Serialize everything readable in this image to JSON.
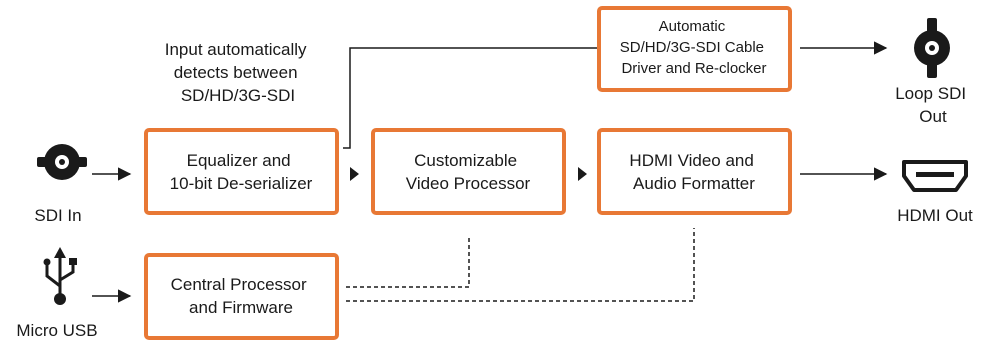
{
  "annotation": {
    "lines": [
      "Input automatically",
      "detects between",
      "SD/HD/3G-SDI"
    ]
  },
  "inputs": {
    "sdi_in": "SDI In",
    "micro_usb": "Micro USB"
  },
  "outputs": {
    "loop_sdi_out": [
      "Loop SDI",
      "Out"
    ],
    "hdmi_out": "HDMI Out"
  },
  "blocks": {
    "equalizer": [
      "Equalizer and",
      "10-bit De-serializer"
    ],
    "video_processor": [
      "Customizable",
      "Video Processor"
    ],
    "hdmi_formatter": [
      "HDMI Video and",
      "Audio Formatter"
    ],
    "cable_driver": [
      "Automatic",
      "SD/HD/3G-SDI Cable",
      "Driver and Re-clocker"
    ],
    "central_processor": [
      "Central Processor",
      "and Firmware"
    ]
  },
  "colors": {
    "block_border": "#E87835",
    "line": "#1a1a1a",
    "icon": "#1a1a1a"
  }
}
